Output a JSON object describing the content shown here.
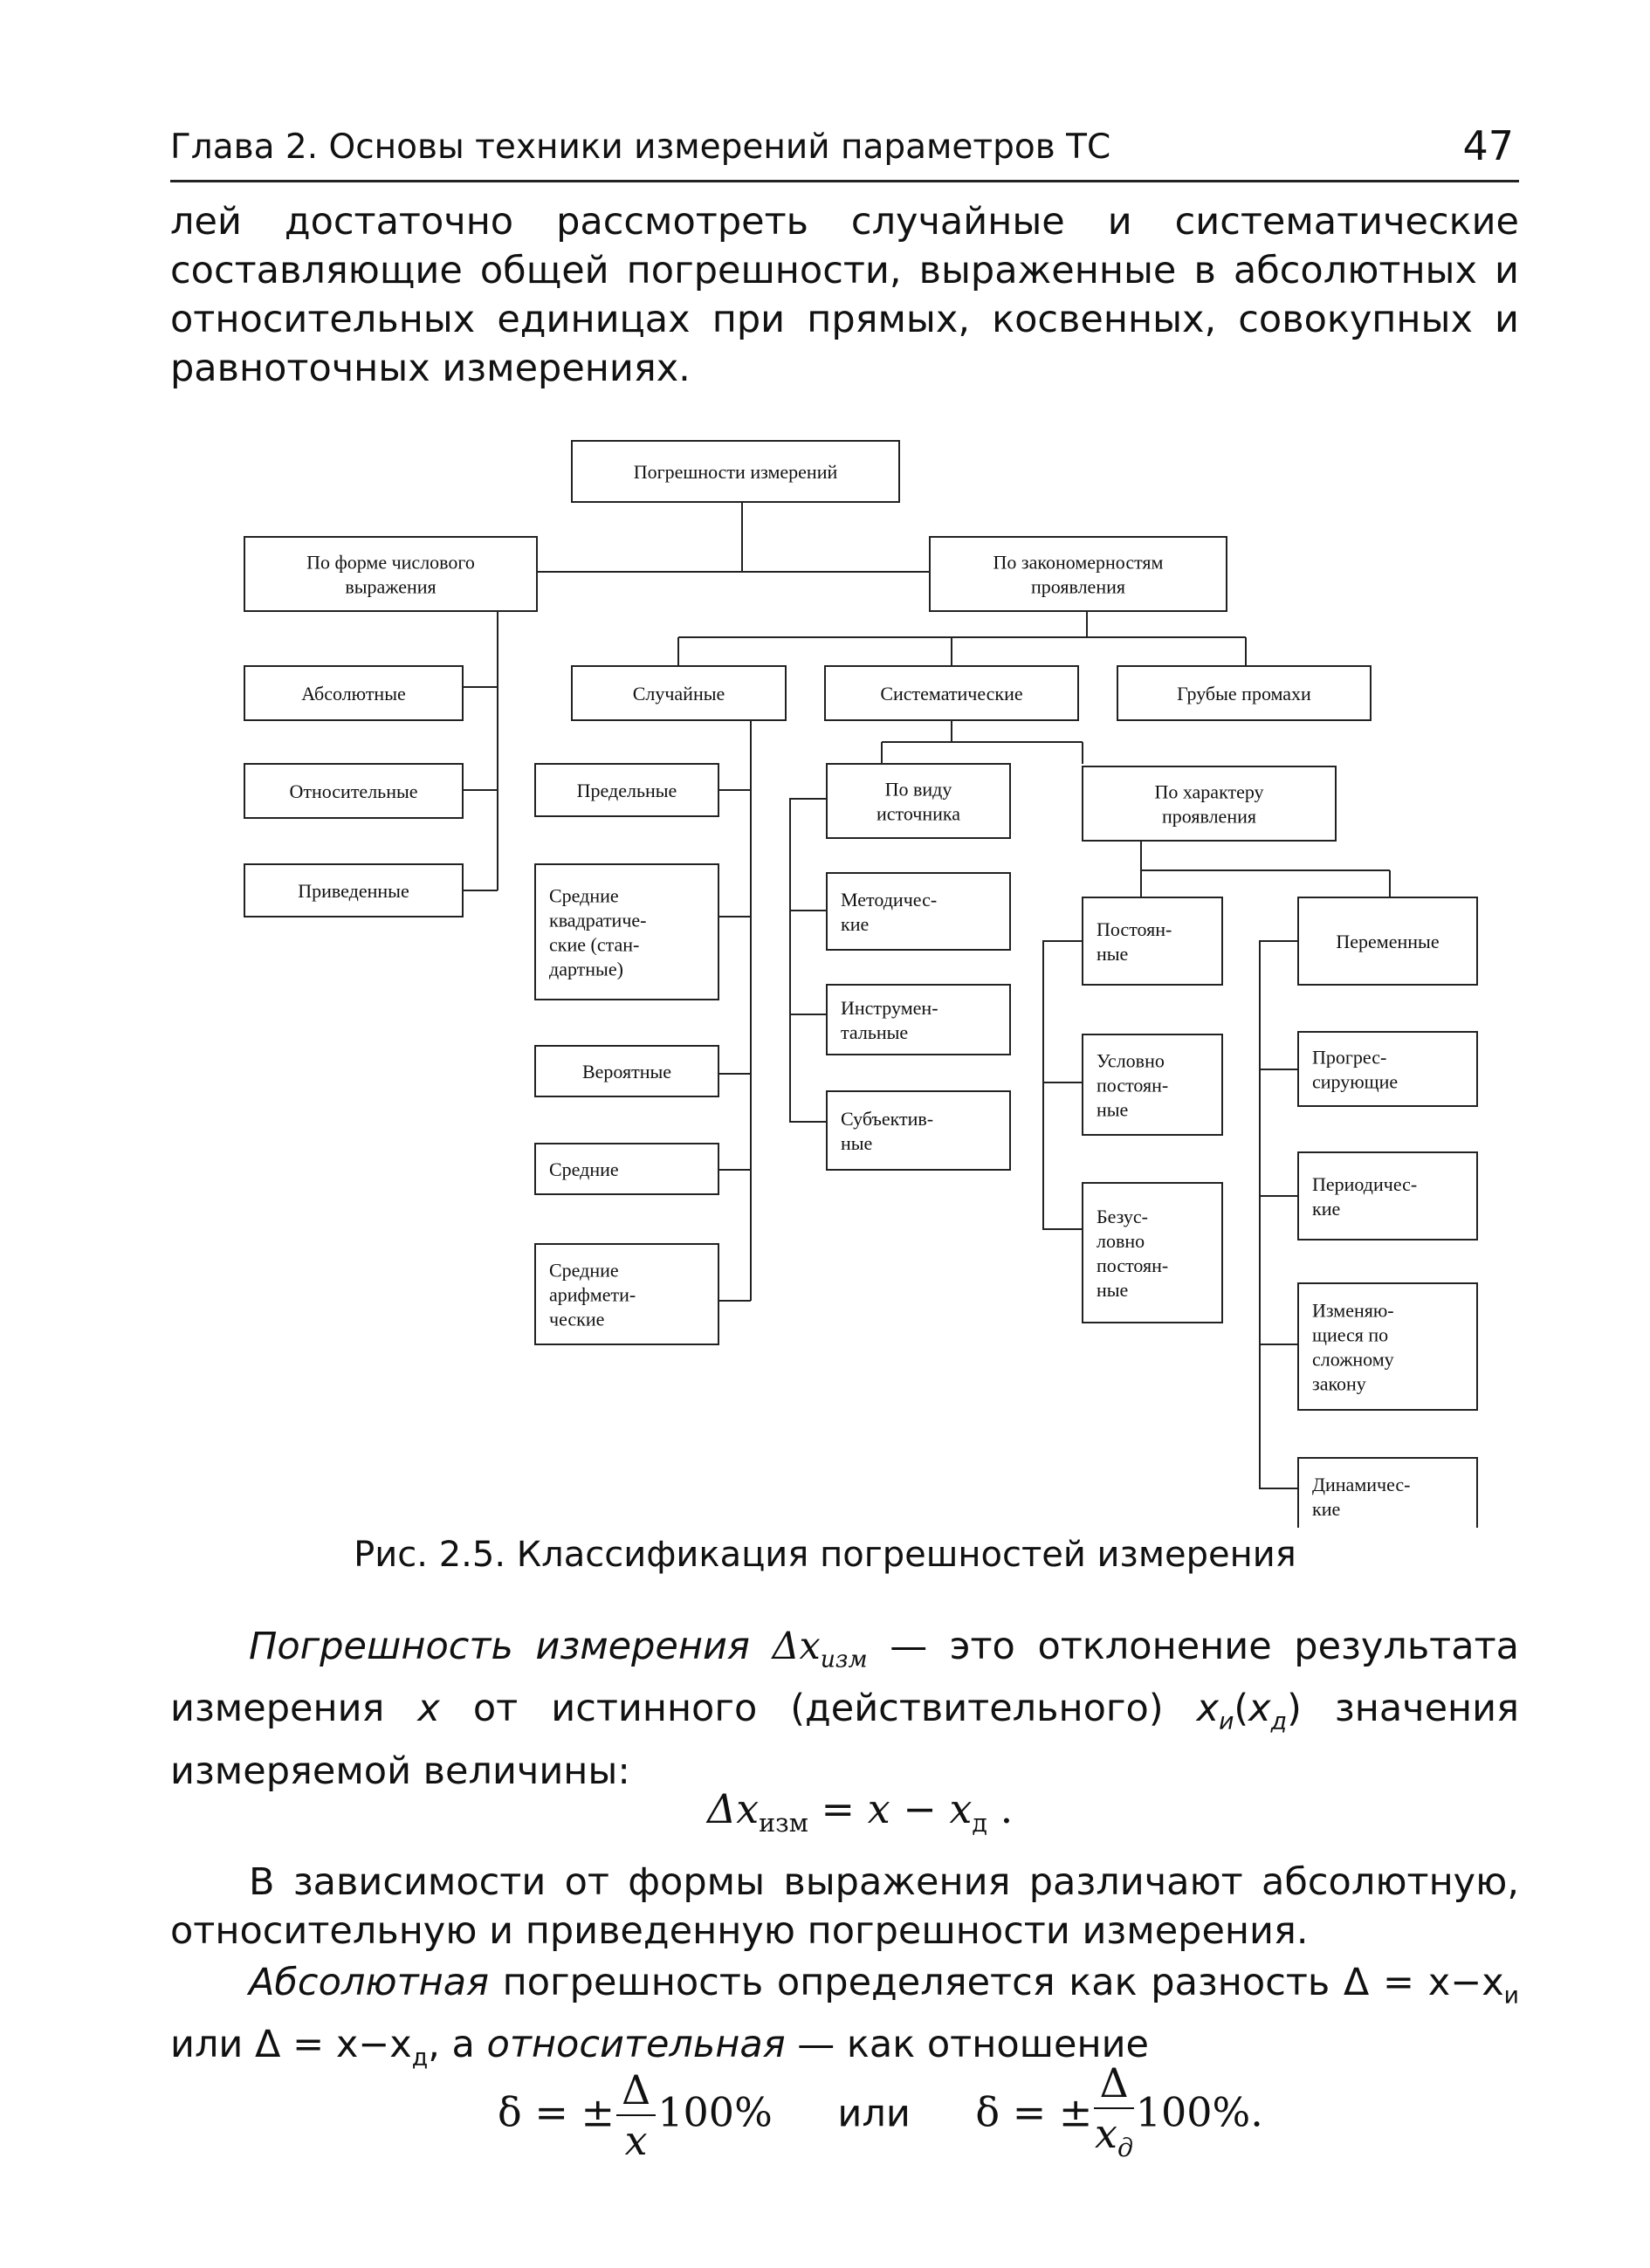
{
  "header": {
    "title": "Глава 2. Основы техники измерений параметров ТС",
    "page_number": "47"
  },
  "intro_text": "лей достаточно рассмотреть случайные и систематические составляющие общей погрешности, выраженные в абсолютных и относительных единицах при прямых, косвенных, совокупных и равноточных измерениях.",
  "diagram": {
    "boxes": {
      "root": [
        "Погрешности измерений"
      ],
      "form": [
        "По форме числового",
        "выражения"
      ],
      "law": [
        "По закономерностям",
        "проявления"
      ],
      "abs": [
        "Абсолютные"
      ],
      "rel": [
        "Относительные"
      ],
      "red": [
        "Приведенные"
      ],
      "rand": [
        "Случайные"
      ],
      "sys": [
        "Систематические"
      ],
      "gross": [
        "Грубые промахи"
      ],
      "lim": [
        "Предельные"
      ],
      "rms": [
        "Средние",
        "квадратиче-",
        "ские (стан-",
        "дартные)"
      ],
      "prob": [
        "Вероятные"
      ],
      "mean": [
        "Средние"
      ],
      "arith": [
        "Средние",
        "арифмети-",
        "ческие"
      ],
      "src": [
        "По виду",
        "источника"
      ],
      "char": [
        "По характеру",
        "проявления"
      ],
      "meth": [
        "Методичес-",
        "кие"
      ],
      "inst": [
        "Инструмен-",
        "тальные"
      ],
      "subj": [
        "Субъектив-",
        "ные"
      ],
      "const": [
        "Постоян-",
        "ные"
      ],
      "cond": [
        "Условно",
        "постоян-",
        "ные"
      ],
      "uncond": [
        "Безус-",
        "ловно",
        "постоян-",
        "ные"
      ],
      "var": [
        "Переменные"
      ],
      "prog": [
        "Прогрес-",
        "сирующие"
      ],
      "period": [
        "Периодичес-",
        "кие"
      ],
      "complex": [
        "Изменяю-",
        "щиеся по",
        "сложному",
        "закону"
      ],
      "dyn": [
        "Динамичес-",
        "кие"
      ]
    }
  },
  "caption": "Рис. 2.5. Классификация погрешностей измерения",
  "definition": {
    "term": "Погрешность измерения",
    "symbol": "Δx",
    "symbol_sub": "изм",
    "text_1": " — это отклонение результата измерения ",
    "x": "x",
    "text_2": " от истинного (действительного) ",
    "xi": "x",
    "xi_sub": "и",
    "xd": "x",
    "xd_sub": "д",
    "text_3": " значения измеряемой величины:"
  },
  "formula1": {
    "lhs": "Δx",
    "lhs_sub": "изм",
    "rhs": " = x − x",
    "rhs_sub": "д",
    "end": " ."
  },
  "para_forms": "В зависимости от формы выражения различают абсолютную, относительную и приведенную погрешности измерения.",
  "para_abs": {
    "term1": "Абсолютная",
    "text1": " погрешность определяется как разность Δ = x−x",
    "sub1": "и",
    "text2": " или Δ = x−x",
    "sub2": "д",
    "text3": ", а ",
    "term2": "относительная",
    "text4": " — как отношение"
  },
  "formula2": {
    "delta_eq": "δ = ±",
    "num": "Δ",
    "den1": "x",
    "pct1": "100%",
    "or": "или",
    "den2": "x",
    "den2_sub": "д",
    "pct2": "100%."
  }
}
